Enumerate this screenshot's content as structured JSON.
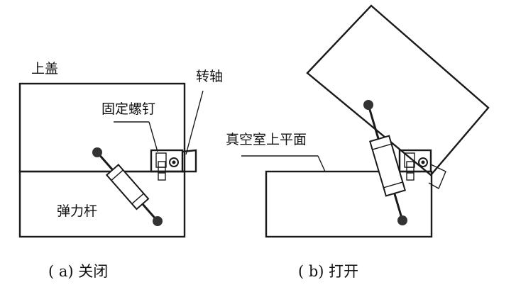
{
  "labels": {
    "upper_cover": "上盖",
    "rotating_shaft": "转轴",
    "fixing_screw": "固定螺钉",
    "chamber_top_plane": "真空室上平面",
    "spring_rod": "弹力杆"
  },
  "captions": {
    "closed": "( a)  关闭",
    "open": "( b) 打开"
  },
  "colors": {
    "line": "#1a1a1a",
    "ball": "#333333",
    "background": "#ffffff"
  }
}
